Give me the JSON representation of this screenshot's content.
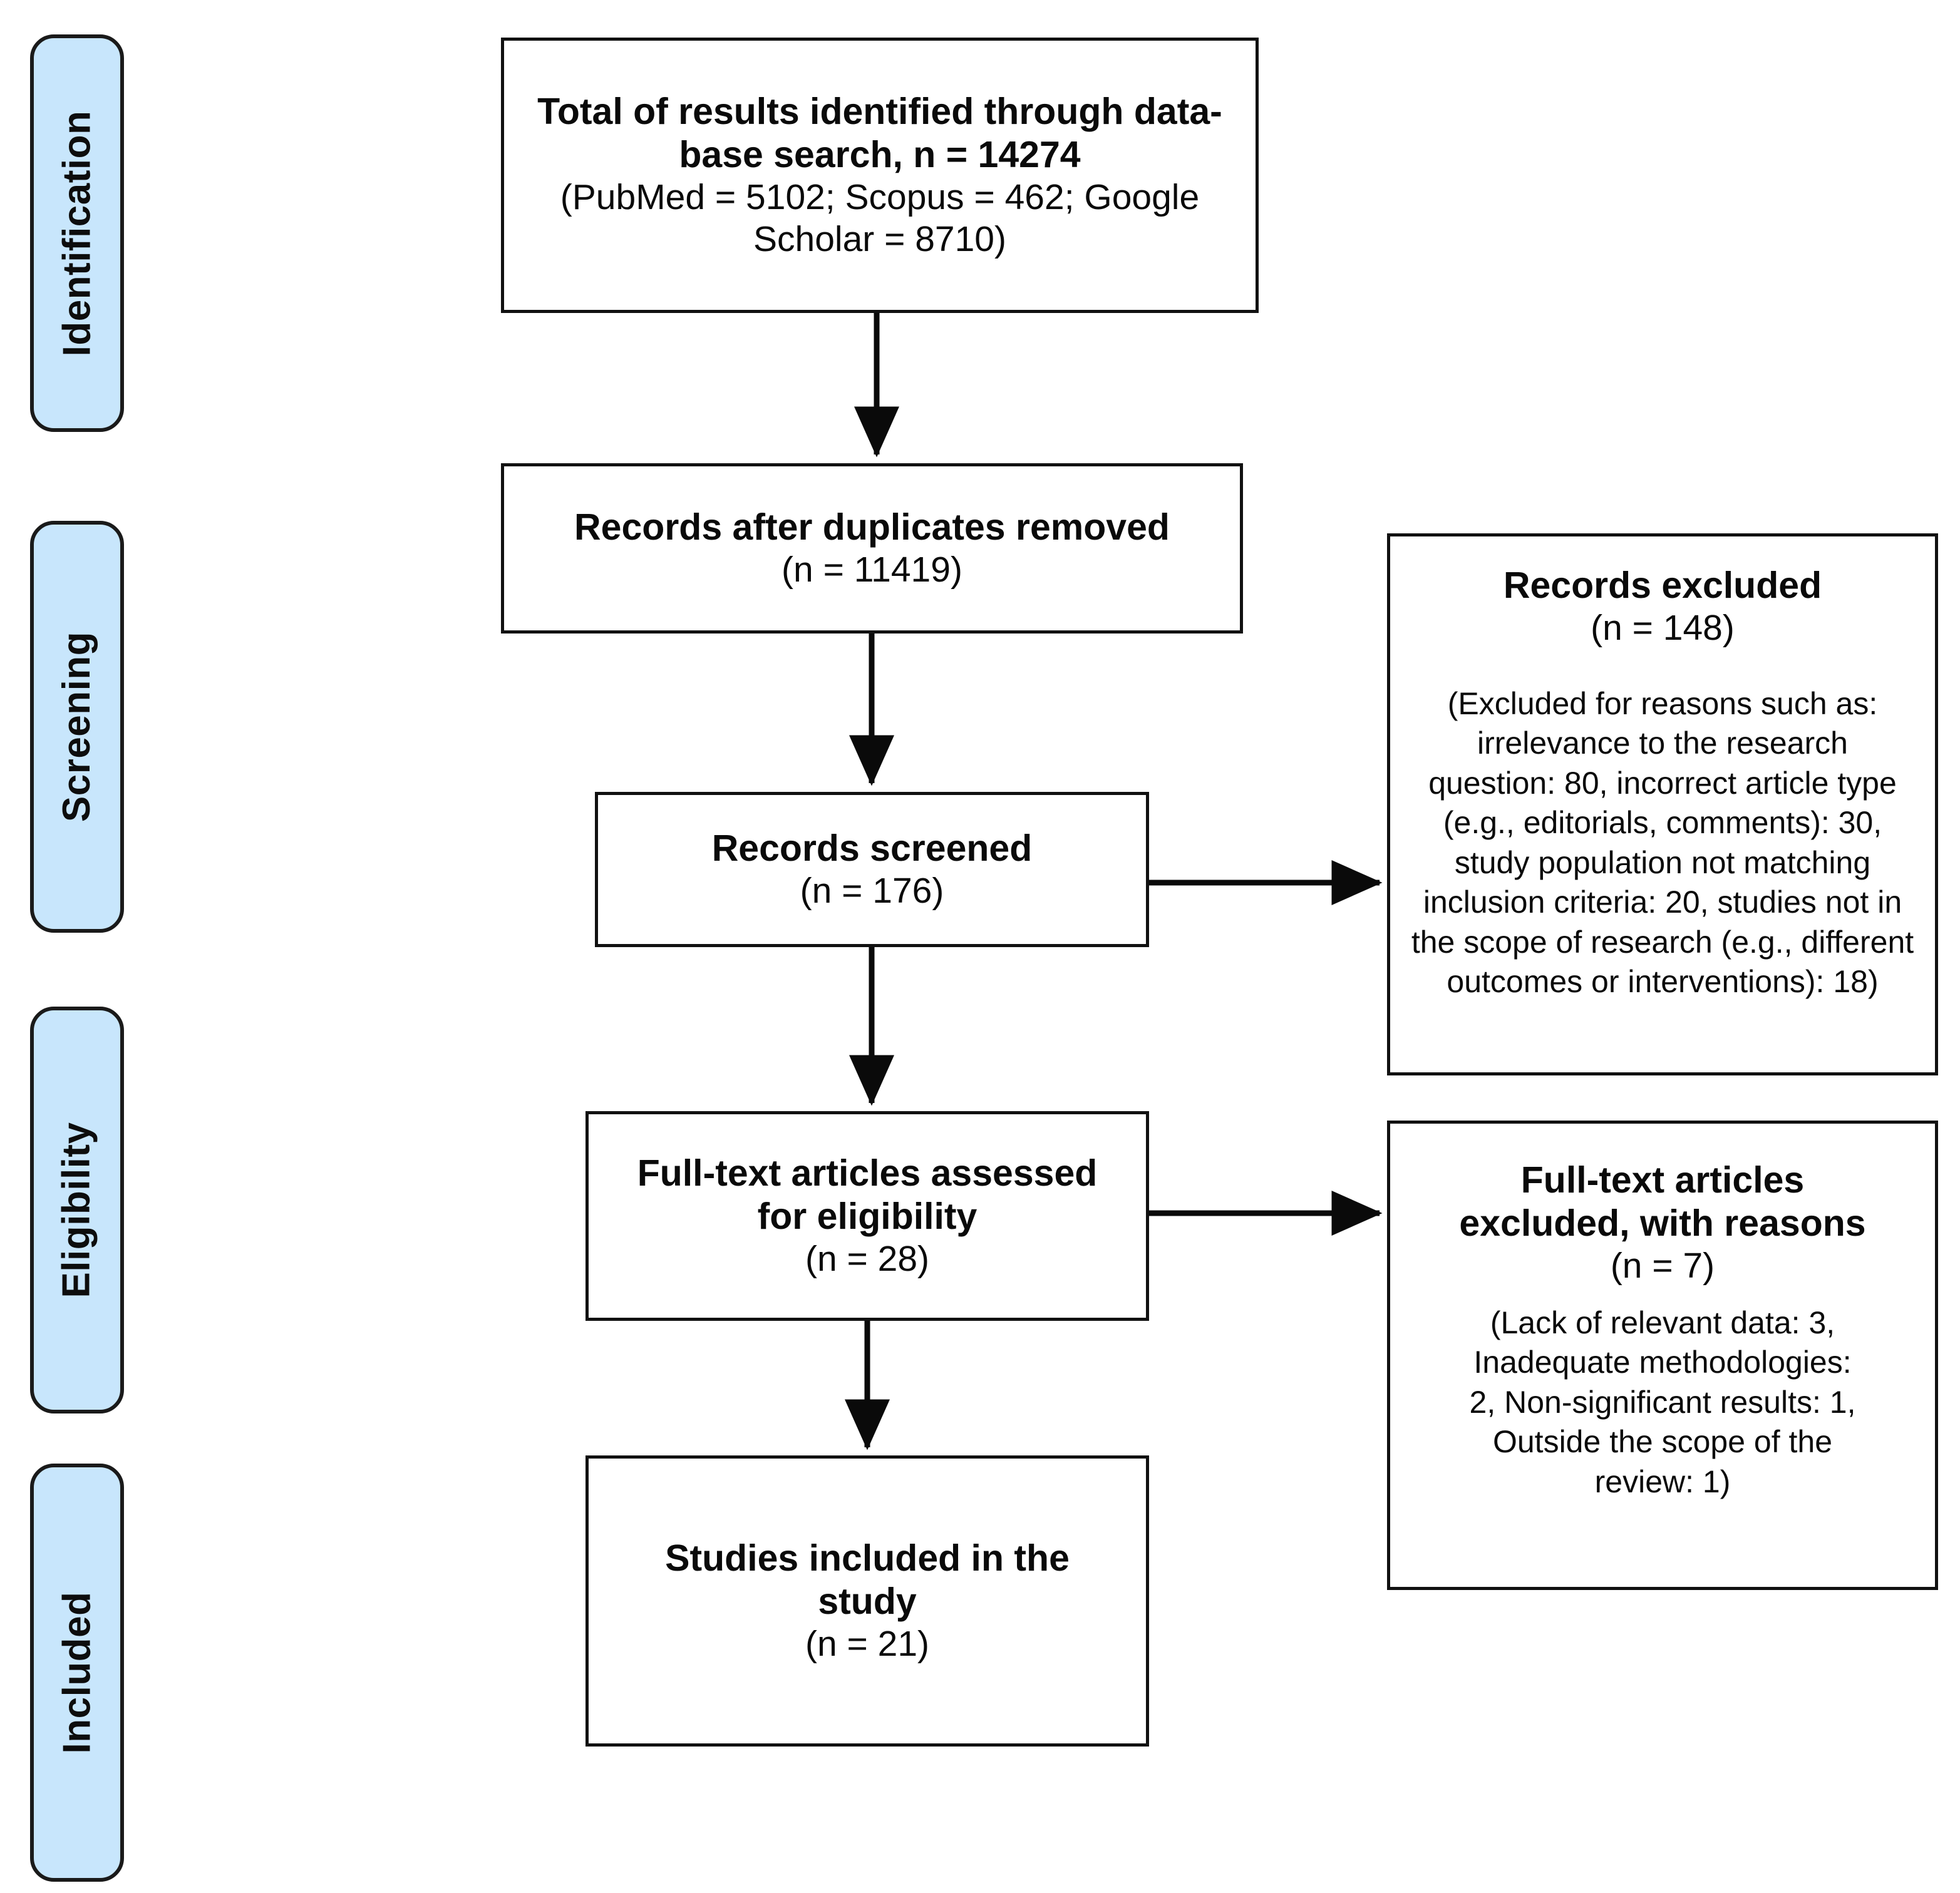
{
  "diagram": {
    "type": "prisma-flow-diagram",
    "title": "PRISMA flow diagram",
    "accent_color": "#C8E6FC",
    "border_color": "#111111",
    "background_color": "#ffffff"
  },
  "stages": [
    {
      "id": "identification",
      "label": "Identification"
    },
    {
      "id": "screening",
      "label": "Screening"
    },
    {
      "id": "eligibility",
      "label": "Eligibility"
    },
    {
      "id": "included",
      "label": "Included"
    }
  ],
  "boxes": {
    "identified": {
      "title_line1": "Total of results identified through data-",
      "title_line2": "base search, n = 14274",
      "sources_line1": "(PubMed = 5102; Scopus = 462; Google",
      "sources_line2": "Scholar = 8710)"
    },
    "duplicates_removed": {
      "title": "Records after duplicates removed",
      "count": "(n = 11419)"
    },
    "records_screened": {
      "title": "Records screened",
      "count": "(n = 176)"
    },
    "records_excluded": {
      "title": "Records excluded",
      "count": "(n = 148)",
      "reasons_line1": "(Excluded for reasons such as:",
      "reasons_line2": "irrelevance to the research",
      "reasons_line3": "question: 80, incorrect article type",
      "reasons_line4": "(e.g., editorials, comments): 30,",
      "reasons_line5": "study population not matching",
      "reasons_line6": "inclusion criteria: 20, studies not in",
      "reasons_line7": "the scope of research (e.g., different",
      "reasons_line8": "outcomes or interventions): 18)"
    },
    "fulltext_assessed": {
      "title_line1": "Full-text articles assessed",
      "title_line2": "for eligibility",
      "count": "(n = 28)"
    },
    "fulltext_excluded": {
      "title_line1": "Full-text articles",
      "title_line2": "excluded, with reasons",
      "count": "(n = 7)",
      "reasons_line1": "(Lack of relevant data: 3,",
      "reasons_line2": "Inadequate methodologies:",
      "reasons_line3": "2, Non-significant results: 1,",
      "reasons_line4": "Outside the scope of the",
      "reasons_line5": "review: 1)"
    },
    "studies_included": {
      "title_line1": "Studies included in the",
      "title_line2": "study",
      "count": "(n = 21)"
    }
  },
  "chart_data": {
    "type": "flow",
    "title": "PRISMA flow diagram",
    "stages": [
      "Identification",
      "Screening",
      "Eligibility",
      "Included"
    ],
    "nodes": [
      {
        "id": "identified",
        "stage": "Identification",
        "label": "Total of results identified through database search",
        "n": 14274,
        "breakdown": {
          "PubMed": 5102,
          "Scopus": 462,
          "Google Scholar": 8710
        }
      },
      {
        "id": "duplicates_removed",
        "stage": "Screening",
        "label": "Records after duplicates removed",
        "n": 11419
      },
      {
        "id": "records_screened",
        "stage": "Screening",
        "label": "Records screened",
        "n": 176
      },
      {
        "id": "records_excluded",
        "stage": "Screening",
        "label": "Records excluded",
        "n": 148,
        "breakdown": {
          "irrelevance to the research question": 80,
          "incorrect article type (e.g., editorials, comments)": 30,
          "study population not matching inclusion criteria": 20,
          "studies not in the scope of research (e.g., different outcomes or interventions)": 18
        }
      },
      {
        "id": "fulltext_assessed",
        "stage": "Eligibility",
        "label": "Full-text articles assessed for eligibility",
        "n": 28
      },
      {
        "id": "fulltext_excluded",
        "stage": "Eligibility",
        "label": "Full-text articles excluded, with reasons",
        "n": 7,
        "breakdown": {
          "Lack of relevant data": 3,
          "Inadequate methodologies": 2,
          "Non-significant results": 1,
          "Outside the scope of the review": 1
        }
      },
      {
        "id": "studies_included",
        "stage": "Included",
        "label": "Studies included in the study",
        "n": 21
      }
    ],
    "edges": [
      {
        "from": "identified",
        "to": "duplicates_removed",
        "direction": "down"
      },
      {
        "from": "duplicates_removed",
        "to": "records_screened",
        "direction": "down"
      },
      {
        "from": "records_screened",
        "to": "records_excluded",
        "direction": "right"
      },
      {
        "from": "records_screened",
        "to": "fulltext_assessed",
        "direction": "down"
      },
      {
        "from": "fulltext_assessed",
        "to": "fulltext_excluded",
        "direction": "right"
      },
      {
        "from": "fulltext_assessed",
        "to": "studies_included",
        "direction": "down"
      }
    ]
  }
}
